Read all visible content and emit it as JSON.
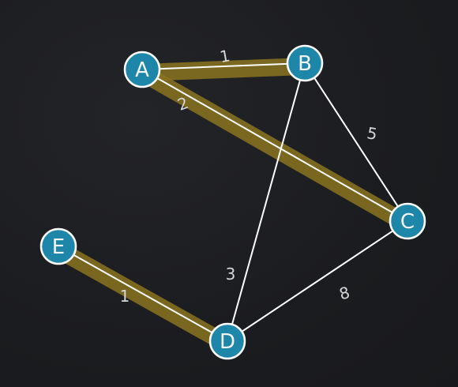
{
  "colors": {
    "background": "#1c1d20",
    "node_fill": "#1e86a8",
    "node_stroke": "#ffffff",
    "edge": "#ffffff",
    "highlight": "#8a7420"
  },
  "nodes": [
    {
      "id": "A",
      "label": "A"
    },
    {
      "id": "B",
      "label": "B"
    },
    {
      "id": "C",
      "label": "C"
    },
    {
      "id": "D",
      "label": "D"
    },
    {
      "id": "E",
      "label": "E"
    }
  ],
  "edges": [
    {
      "from": "A",
      "to": "B",
      "weight": "1",
      "highlighted": true
    },
    {
      "from": "A",
      "to": "C",
      "weight": "2",
      "highlighted": true
    },
    {
      "from": "B",
      "to": "C",
      "weight": "5",
      "highlighted": false
    },
    {
      "from": "B",
      "to": "D",
      "weight": "3",
      "highlighted": false
    },
    {
      "from": "C",
      "to": "D",
      "weight": "8",
      "highlighted": false
    },
    {
      "from": "E",
      "to": "D",
      "weight": "1",
      "highlighted": true
    }
  ]
}
